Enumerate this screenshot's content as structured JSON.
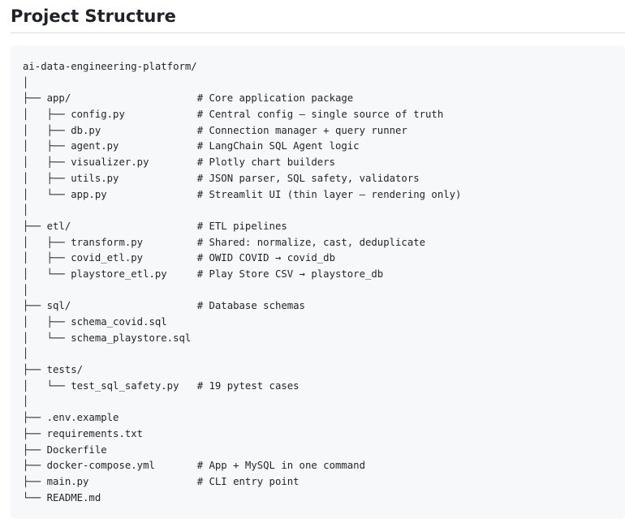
{
  "heading": "Project Structure",
  "code_lines": [
    "ai-data-engineering-platform/",
    "│",
    "├── app/                     # Core application package",
    "│   ├── config.py            # Central config — single source of truth",
    "│   ├── db.py                # Connection manager + query runner",
    "│   ├── agent.py             # LangChain SQL Agent logic",
    "│   ├── visualizer.py        # Plotly chart builders",
    "│   ├── utils.py             # JSON parser, SQL safety, validators",
    "│   └── app.py               # Streamlit UI (thin layer — rendering only)",
    "│",
    "├── etl/                     # ETL pipelines",
    "│   ├── transform.py         # Shared: normalize, cast, deduplicate",
    "│   ├── covid_etl.py         # OWID COVID → covid_db",
    "│   └── playstore_etl.py     # Play Store CSV → playstore_db",
    "│",
    "├── sql/                     # Database schemas",
    "│   ├── schema_covid.sql",
    "│   └── schema_playstore.sql",
    "│",
    "├── tests/",
    "│   └── test_sql_safety.py   # 19 pytest cases",
    "│",
    "├── .env.example",
    "├── requirements.txt",
    "├── Dockerfile",
    "├── docker-compose.yml       # App + MySQL in one command",
    "├── main.py                  # CLI entry point",
    "└── README.md"
  ]
}
